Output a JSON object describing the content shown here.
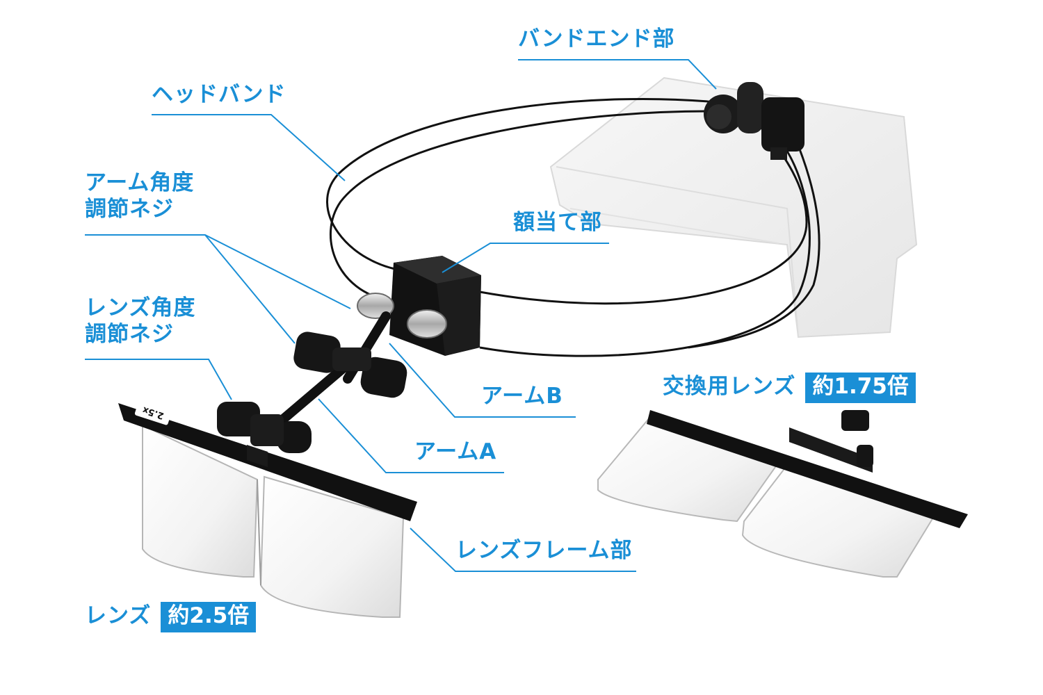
{
  "labels": {
    "band_end": "バンドエンド部",
    "headband": "ヘッドバンド",
    "arm_angle_screw_1": "アーム角度",
    "arm_angle_screw_2": "調節ネジ",
    "forehead": "額当て部",
    "lens_angle_screw_1": "レンズ角度",
    "lens_angle_screw_2": "調節ネジ",
    "arm_b": "アームB",
    "arm_a": "アームA",
    "lens_frame": "レンズフレーム部",
    "replacement_lens": "交換用レンズ",
    "replacement_lens_mag": "約1.75倍",
    "lens": "レンズ",
    "lens_mag": "約2.5倍",
    "lens_marking": "2.5x"
  },
  "colors": {
    "accent": "#1a8fd6",
    "product": "#111111",
    "stand": "#eeeeee"
  }
}
